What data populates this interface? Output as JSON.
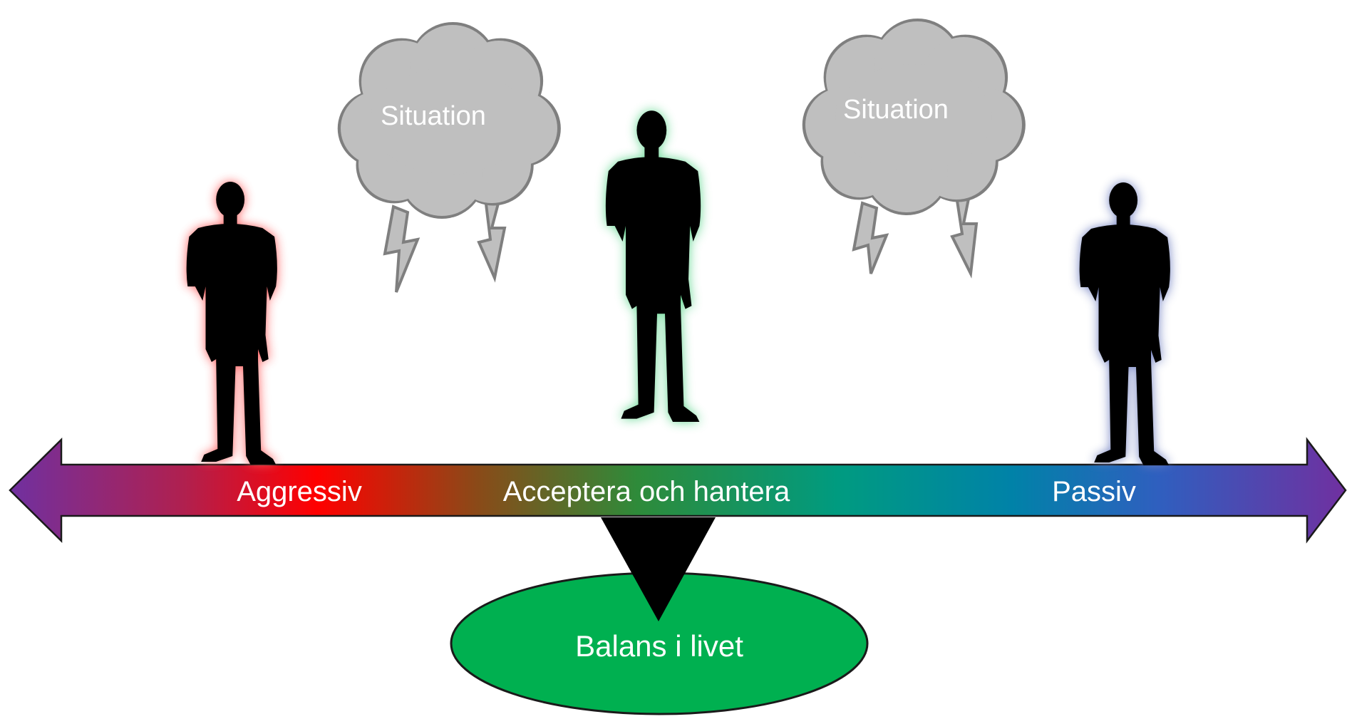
{
  "clouds": [
    {
      "label": "Situation"
    },
    {
      "label": "Situation"
    }
  ],
  "figures": [
    {
      "role": "aggressive-person",
      "glow_color": "#ff5a5a"
    },
    {
      "role": "balanced-person",
      "glow_color": "#5fd68e"
    },
    {
      "role": "passive-person",
      "glow_color": "#6f7fc0"
    }
  ],
  "spectrum": {
    "labels": {
      "left": "Aggressiv",
      "center": "Acceptera och hantera",
      "right": "Passiv"
    },
    "gradient_colors": [
      "#7030a0",
      "#ff0000",
      "#2e8b3a",
      "#008b9e",
      "#2f5fbf",
      "#7030a0"
    ]
  },
  "outcome": {
    "label": "Balans i livet",
    "fill_color": "#00b050"
  },
  "colors": {
    "cloud_fill": "#bfbfbf",
    "cloud_stroke": "#7f7f7f",
    "pointer": "#000000"
  }
}
